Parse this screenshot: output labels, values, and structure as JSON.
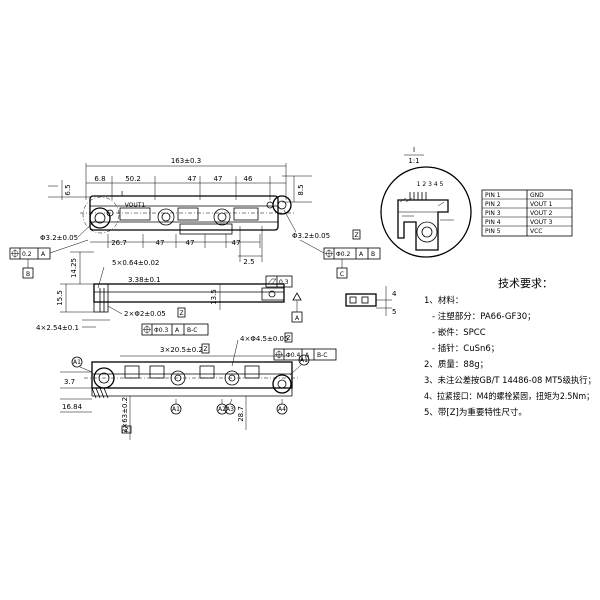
{
  "dims": {
    "overall_length": "163±0.3",
    "d_6_8": "6.8",
    "d_50_2": "50.2",
    "d_47a": "47",
    "d_47b": "47",
    "d_46": "46",
    "d_6_5": "6.5",
    "d_8_5": "8.5",
    "d_26_7": "26.7",
    "d_47c": "47",
    "d_47d": "47",
    "d_47e": "47",
    "d_2_5": "2.5",
    "hole_left": "Φ3.2±0.05",
    "hole_right": "Φ3.2±0.05",
    "pins_5x": "5×0.64±0.02",
    "d_3_38": "3.38±0.1",
    "d_15_5": "15.5",
    "d_14_25": "14.25",
    "pitch_4x": "4×2.54±0.1",
    "d_13_5": "13.5",
    "pin_dia_2x": "2×Φ2±0.05",
    "d_3x20_5": "3×20.5±0.2",
    "hole_4x": "4×Φ4.5±0.05",
    "d_3_7": "3.7",
    "d_16_84": "16.84",
    "d_3x63": "3×63±0.2",
    "d_28_7": "28.7",
    "d_4": "4",
    "d_5": "5"
  },
  "gdt": {
    "pos_left_tol": "0.2",
    "pos_left_ref": "A",
    "datum_b": "B",
    "datum_c": "C",
    "datum_a": "A",
    "right_frame": [
      "Φ0.2",
      "A",
      "B"
    ],
    "flatness": "0.3",
    "pin_frame": [
      "Φ0.3",
      "A",
      "B-C"
    ],
    "hole_frame": [
      "Φ0.4",
      "A",
      "B-C"
    ]
  },
  "section": {
    "label": "I",
    "scale": "1:1",
    "pin_numbers": "1 2 3 4 5"
  },
  "pin_table": [
    {
      "pin": "PIN 1",
      "signal": "GND"
    },
    {
      "pin": "PIN 2",
      "signal": "VOUT 1"
    },
    {
      "pin": "PIN 3",
      "signal": "VOUT 2"
    },
    {
      "pin": "PIN 4",
      "signal": "VOUT 3"
    },
    {
      "pin": "PIN 5",
      "signal": "VCC"
    }
  ],
  "tech_title": "技术要求：",
  "tech_notes": [
    "1、材料：",
    "- 注塑部分：PA66-GF30；",
    "- 嵌件：SPCC",
    "- 插针：CuSn6；",
    "2、质量：88g；",
    "3、未注公差按GB/T 14486-08 MT5级执行；",
    "4、拉紧接口：M4的螺栓紧固，扭矩为2.5Nm；",
    "5、带[Z]为重要特性尺寸。"
  ],
  "circles": [
    "A1",
    "A1",
    "A2",
    "A3",
    "A4",
    "A1"
  ]
}
